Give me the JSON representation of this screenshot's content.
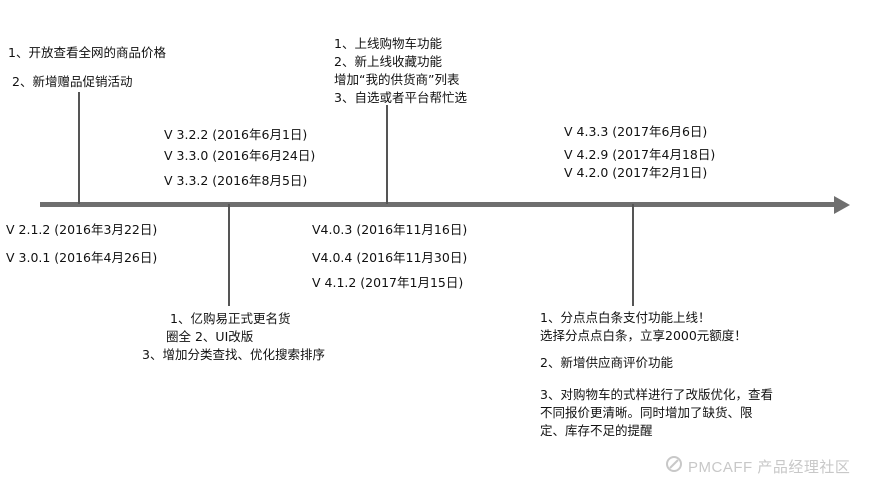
{
  "events": [
    {
      "id": "e1",
      "lines": [
        "1、开放查看全网的商品价格",
        "2、新增赠品促销活动"
      ]
    },
    {
      "id": "e2",
      "lines": [
        "1、上线购物车功能",
        "2、新上线收藏功能",
        "增加“我的供货商”列表",
        "3、自选或者平台帮忙选"
      ]
    },
    {
      "id": "e3",
      "lines": [
        "1、亿购易正式更名货",
        "圈全  2、UI改版",
        "3、增加分类查找、优化搜索排序"
      ]
    },
    {
      "id": "e4",
      "lines": [
        "1、分点点白条支付功能上线！",
        "选择分点点白条，立享2000元额度！",
        "2、新增供应商评价功能",
        "3、对购物车的式样进行了改版优化，查看",
        "不同报价更清晰。同时增加了缺货、限",
        "定、库存不足的提醒"
      ]
    }
  ],
  "versions": [
    {
      "id": "v1",
      "lines": [
        "V 2.1.2 (2016年3月22日)",
        "V 3.0.1 (2016年4月26日)"
      ]
    },
    {
      "id": "v2",
      "lines": [
        "V 3.2.2 (2016年6月1日)",
        "V 3.3.0 (2016年6月24日)",
        "V 3.3.2 (2016年8月5日)"
      ]
    },
    {
      "id": "v3",
      "lines": [
        "V4.0.3 (2016年11月16日)",
        "V4.0.4 (2016年11月30日)",
        "V 4.1.2 (2017年1月15日)"
      ]
    },
    {
      "id": "v4",
      "lines": [
        "V 4.3.3 (2017年6月6日)",
        "V 4.2.9 (2017年4月18日)",
        "V 4.2.0 (2017年2月1日)"
      ]
    }
  ],
  "watermark": "PMCAFF 产品经理社区",
  "colors": {
    "axis": "#6f6f6f",
    "tick": "#555555",
    "text": "#111111",
    "watermark": "#c8c8c8"
  }
}
